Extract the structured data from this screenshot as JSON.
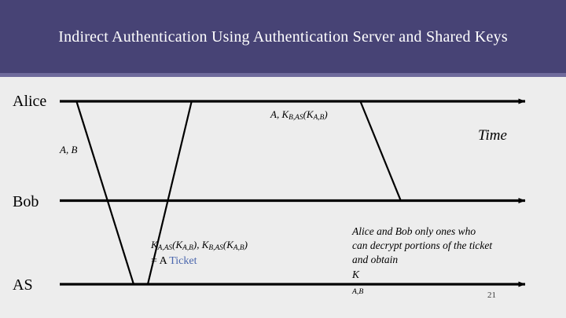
{
  "slide": {
    "title": "Indirect Authentication Using Authentication Server and Shared Keys",
    "number": "21",
    "header_color": "#474375",
    "header_accent_color": "#6f6b9c",
    "background_color": "#ededed",
    "line_color": "#000000",
    "accent_text_color": "#4a66ad"
  },
  "actors": [
    {
      "id": "alice",
      "label": "Alice"
    },
    {
      "id": "bob",
      "label": "Bob"
    },
    {
      "id": "as",
      "label": "AS"
    }
  ],
  "axis": {
    "time_label": "Time"
  },
  "messages": [
    {
      "id": "alice-to-as",
      "label_plain": "A, B",
      "label_parts": {
        "text": "A, B"
      },
      "from": "alice",
      "to": "as"
    },
    {
      "id": "as-to-alice",
      "label_plain": "K_A,AS(K_A,B), K_B,AS(K_A,B) = A Ticket",
      "line1": {
        "k1": "K",
        "k1sub": "A,AS",
        "open1": "(",
        "k2": "K",
        "k2sub": "A,B",
        "close1": "), ",
        "k3": "K",
        "k3sub": "B,AS",
        "open2": "(",
        "k4": "K",
        "k4sub": "A,B",
        "close2": ")"
      },
      "line2": {
        "prefix": "= A ",
        "accent": "Ticket"
      },
      "from": "as",
      "to": "alice"
    },
    {
      "id": "alice-to-bob",
      "label_plain": "A, K_B,AS(K_A,B)",
      "label_parts": {
        "a": "A, ",
        "k1": "K",
        "k1sub": "B,AS",
        "open": "(",
        "k2": "K",
        "k2sub": "A,B",
        "close": ")"
      },
      "from": "alice",
      "to": "bob"
    }
  ],
  "note": {
    "line1": "Alice and Bob only ones who",
    "line2": "can decrypt portions of the ticket",
    "line3_prefix": "and obtain ",
    "line3_sym": "K",
    "line3_sub": "A,B"
  }
}
